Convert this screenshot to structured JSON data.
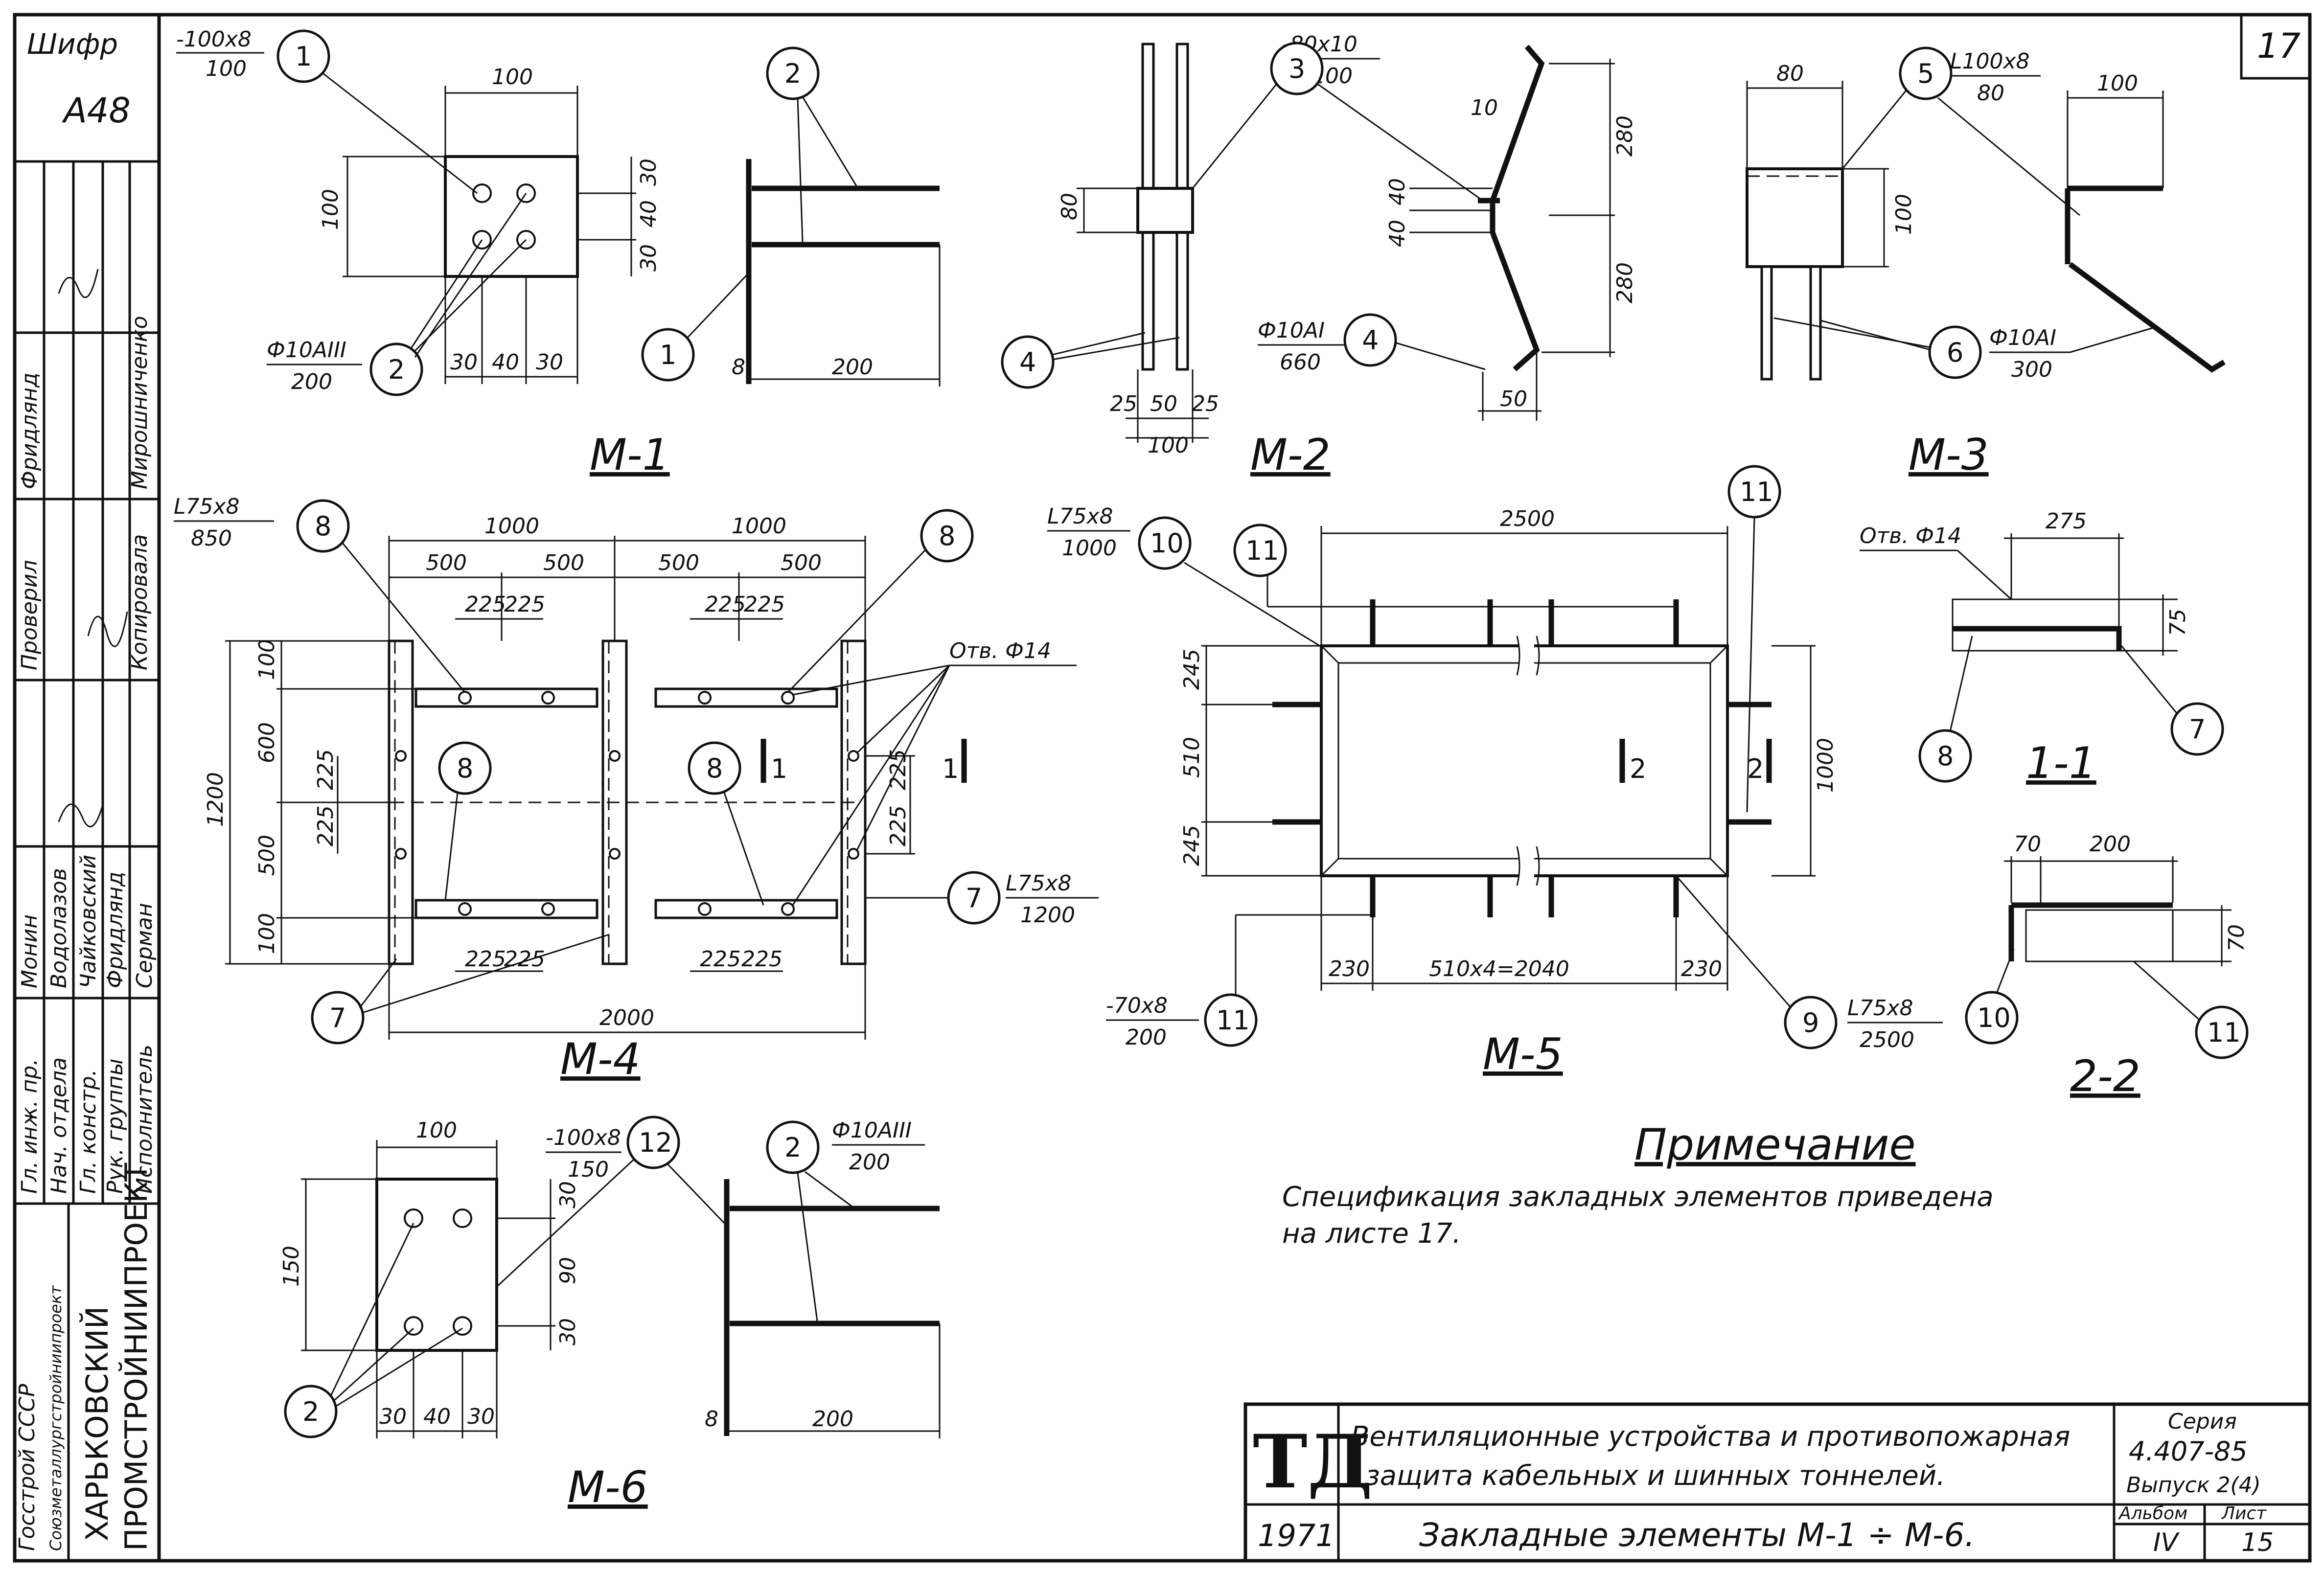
{
  "sheet": {
    "corner_number": "17",
    "shifr_label": "Шифр",
    "shifr_value": "А48",
    "org_line1": "Госстрой СССР",
    "org_line2": "Союзметаллургстройниипроект",
    "org_name1": "ХАРЬКОВСКИЙ",
    "org_name2": "ПРОМСТРОЙНИИПРОЕКТ",
    "roles": [
      "Гл. инж. пр.",
      "Нач. отдела",
      "Гл. констр.",
      "Рук. группы",
      "Исполнитель"
    ],
    "names": [
      "Монин",
      "Водолазов",
      "Чайковский",
      "Фридлянд",
      "Серман"
    ],
    "checked_label": "Проверил",
    "checked_name": "Фридлянд",
    "copied_label": "Копировала",
    "copied_name": "Мирошниченко"
  },
  "views": {
    "m1": {
      "title": "М-1",
      "plate": "-100х8",
      "plate_len": "100",
      "rod": "Ф10АIII",
      "rod_len": "200",
      "dims": [
        "100",
        "100",
        "30",
        "40",
        "30",
        "30",
        "40",
        "30",
        "8",
        "200"
      ],
      "tags": [
        "1",
        "2",
        "2",
        "1"
      ]
    },
    "m2": {
      "title": "М-2",
      "plate": "-80х10",
      "plate_len": "100",
      "rod": "Ф10АI",
      "rod_len": "660",
      "dims": [
        "80",
        "25",
        "50",
        "25",
        "100",
        "10",
        "40",
        "40",
        "280",
        "280",
        "50"
      ],
      "tags": [
        "3",
        "4",
        "4"
      ]
    },
    "m3": {
      "title": "М-3",
      "angle": "L100х8",
      "angle_len": "80",
      "rod": "Ф10АI",
      "rod_len": "300",
      "dims": [
        "80",
        "100",
        "100"
      ],
      "tags": [
        "5",
        "6"
      ]
    },
    "m4": {
      "title": "М-4",
      "angle8": "L75х8",
      "angle8_len": "850",
      "angle7": "L75х8",
      "angle7_len": "1200",
      "hole": "Отв. Ф14",
      "dims_top": [
        "1000",
        "1000",
        "500",
        "500",
        "500",
        "500",
        "225",
        "225",
        "225",
        "225"
      ],
      "dims_left": [
        "1200",
        "100",
        "600",
        "500",
        "100",
        "225",
        "225"
      ],
      "dims_right": [
        "225",
        "225"
      ],
      "dims_bottom": [
        "225",
        "225",
        "225",
        "225",
        "2000"
      ],
      "section": "1",
      "tags": [
        "8",
        "8",
        "8",
        "8",
        "7",
        "7"
      ]
    },
    "m5": {
      "title": "М-5",
      "angle10": "L75х8",
      "angle10_len": "1000",
      "angle9": "L75х8",
      "angle9_len": "2500",
      "strip": "-70х8",
      "strip_len": "200",
      "dims": [
        "2500",
        "245",
        "510",
        "245",
        "1000",
        "230",
        "510х4=2040",
        "230"
      ],
      "section": "2",
      "tags": [
        "10",
        "11",
        "11",
        "11",
        "9"
      ]
    },
    "m6": {
      "title": "М-6",
      "plate": "-100х8",
      "plate_len": "150",
      "rod": "Ф10АIII",
      "rod_len": "200",
      "dims": [
        "100",
        "150",
        "30",
        "90",
        "30",
        "30",
        "40",
        "30",
        "8",
        "200"
      ],
      "tags": [
        "12",
        "2",
        "2"
      ]
    },
    "s11": {
      "title": "1-1",
      "hole": "Отв. Ф14",
      "dims": [
        "275",
        "75"
      ],
      "tags": [
        "8",
        "7"
      ]
    },
    "s22": {
      "title": "2-2",
      "dims": [
        "70",
        "200",
        "70"
      ],
      "tags": [
        "10",
        "11"
      ]
    }
  },
  "note": {
    "heading": "Примечание",
    "line1": "Спецификация закладных элементов приведена",
    "line2": "на листе 17."
  },
  "titleblock": {
    "logo": "ТД",
    "year": "1971",
    "project_line1": "Вентиляционные устройства и противопожарная",
    "project_line2": "защита кабельных и шинных тоннелей.",
    "sheet_title": "Закладные элементы М-1 ÷ М-6.",
    "series_label": "Серия",
    "series_value": "4.407-85",
    "issue": "Выпуск 2(4)",
    "album_label": "Альбом",
    "album_value": "IV",
    "sheet_label": "Лист",
    "sheet_value": "15"
  }
}
